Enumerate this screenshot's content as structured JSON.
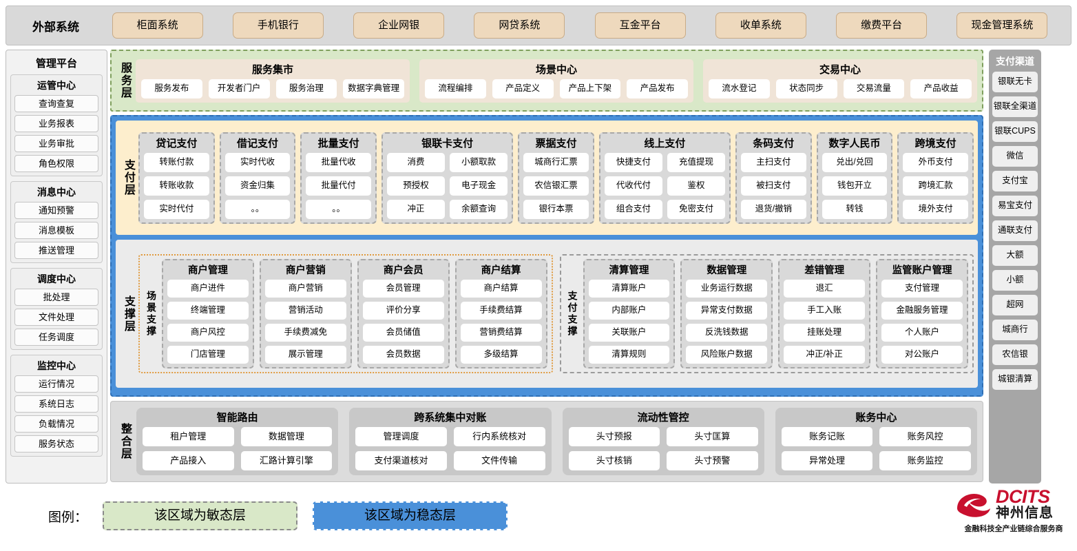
{
  "external": {
    "title": "外部系统",
    "items": [
      "柜面系统",
      "手机银行",
      "企业网银",
      "网贷系统",
      "互金平台",
      "收单系统",
      "缴费平台",
      "现金管理系统"
    ]
  },
  "management": {
    "title": "管理平台",
    "groups": [
      {
        "title": "运管中心",
        "items": [
          "查询查复",
          "业务报表",
          "业务审批",
          "角色权限"
        ]
      },
      {
        "title": "消息中心",
        "items": [
          "通知预警",
          "消息模板",
          "推送管理"
        ]
      },
      {
        "title": "调度中心",
        "items": [
          "批处理",
          "文件处理",
          "任务调度"
        ]
      },
      {
        "title": "监控中心",
        "items": [
          "运行情况",
          "系统日志",
          "负载情况",
          "服务状态"
        ]
      }
    ]
  },
  "channels": {
    "title": "支付渠道",
    "items": [
      "银联无卡",
      "银联全渠道",
      "银联CUPS",
      "微信",
      "支付宝",
      "易宝支付",
      "通联支付",
      "大额",
      "小额",
      "超网",
      "城商行",
      "农信银",
      "城银清算"
    ]
  },
  "service_layer": {
    "label": "服务层",
    "groups": [
      {
        "title": "服务集市",
        "items": [
          "服务发布",
          "开发者门户",
          "服务治理",
          "数据字典管理"
        ]
      },
      {
        "title": "场景中心",
        "items": [
          "流程编排",
          "产品定义",
          "产品上下架",
          "产品发布"
        ]
      },
      {
        "title": "交易中心",
        "items": [
          "流水登记",
          "状态同步",
          "交易流量",
          "产品收益"
        ]
      }
    ]
  },
  "payment_layer": {
    "label": "支付层",
    "groups": [
      {
        "title": "贷记支付",
        "cols": [
          [
            "转账付款",
            "转账收款",
            "实时代付"
          ]
        ]
      },
      {
        "title": "借记支付",
        "cols": [
          [
            "实时代收",
            "资金归集",
            "。。"
          ]
        ]
      },
      {
        "title": "批量支付",
        "cols": [
          [
            "批量代收",
            "批量代付",
            "。。"
          ]
        ]
      },
      {
        "title": "银联卡支付",
        "cols": [
          [
            "消费",
            "预授权",
            "冲正"
          ],
          [
            "小额取款",
            "电子现金",
            "余额查询"
          ]
        ]
      },
      {
        "title": "票据支付",
        "cols": [
          [
            "城商行汇票",
            "农信银汇票",
            "银行本票"
          ]
        ]
      },
      {
        "title": "线上支付",
        "cols": [
          [
            "快捷支付",
            "代收代付",
            "组合支付"
          ],
          [
            "充值提现",
            "鉴权",
            "免密支付"
          ]
        ]
      },
      {
        "title": "条码支付",
        "cols": [
          [
            "主扫支付",
            "被扫支付",
            "退货/撤销"
          ]
        ]
      },
      {
        "title": "数字人民币",
        "cols": [
          [
            "兑出/兑回",
            "钱包开立",
            "转钱"
          ]
        ]
      },
      {
        "title": "跨境支付",
        "cols": [
          [
            "外币支付",
            "跨境汇款",
            "境外支付"
          ]
        ]
      }
    ]
  },
  "support_layer": {
    "label": "支撑层",
    "regions": [
      {
        "label": "场景支撑",
        "groups": [
          {
            "title": "商户管理",
            "items": [
              "商户进件",
              "终端管理",
              "商户风控",
              "门店管理"
            ]
          },
          {
            "title": "商户营销",
            "items": [
              "商户营销",
              "营销活动",
              "手续费减免",
              "展示管理"
            ]
          },
          {
            "title": "商户会员",
            "items": [
              "会员管理",
              "评价分享",
              "会员储值",
              "会员数据"
            ]
          },
          {
            "title": "商户结算",
            "items": [
              "商户结算",
              "手续费结算",
              "营销费结算",
              "多级结算"
            ]
          }
        ]
      },
      {
        "label": "支付支撑",
        "groups": [
          {
            "title": "清算管理",
            "items": [
              "清算账户",
              "内部账户",
              "关联账户",
              "清算规则"
            ]
          },
          {
            "title": "数据管理",
            "items": [
              "业务运行数据",
              "异常支付数据",
              "反洗钱数据",
              "风险账户数据"
            ]
          },
          {
            "title": "差错管理",
            "items": [
              "退汇",
              "手工入账",
              "挂账处理",
              "冲正/补正"
            ]
          },
          {
            "title": "监管账户管理",
            "items": [
              "支付管理",
              "金融服务管理",
              "个人账户",
              "对公账户"
            ]
          }
        ]
      }
    ]
  },
  "integration_layer": {
    "label": "整合层",
    "groups": [
      {
        "title": "智能路由",
        "rows": [
          [
            "租户管理",
            "数据管理"
          ],
          [
            "产品接入",
            "汇路计算引擎"
          ]
        ]
      },
      {
        "title": "跨系统集中对账",
        "rows": [
          [
            "管理调度",
            "行内系统核对"
          ],
          [
            "支付渠道核对",
            "文件传输"
          ]
        ]
      },
      {
        "title": "流动性管控",
        "rows": [
          [
            "头寸预报",
            "头寸匡算"
          ],
          [
            "头寸核销",
            "头寸预警"
          ]
        ]
      },
      {
        "title": "账务中心",
        "rows": [
          [
            "账务记账",
            "账务风控"
          ],
          [
            "异常处理",
            "账务监控"
          ]
        ]
      }
    ]
  },
  "legend": {
    "label": "图例：",
    "agile": "该区域为敏态层",
    "stable": "该区域为稳态层"
  },
  "logo": {
    "en": "DCITS",
    "cn": "神州信息",
    "slogan": "金融科技全产业链综合服务商"
  },
  "colors": {
    "agile_green": "#d9e8c8",
    "stable_blue": "#4a90d9",
    "payment_yellow": "#fdeecd",
    "external_tan": "#eed9bd",
    "brand_red": "#c8102e"
  }
}
